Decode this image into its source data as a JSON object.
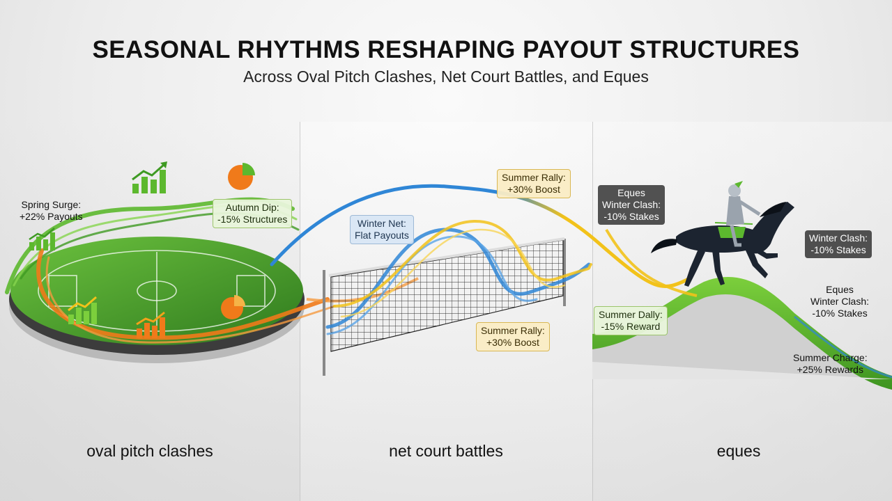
{
  "header": {
    "title": "SEASONAL RHYTHMS RESHAPING PAYOUT STRUCTURES",
    "subtitle": "Across Oval Pitch Clashes, Net Court Battles, and Eques"
  },
  "panels": [
    {
      "caption": "oval pitch clashes",
      "labels": [
        {
          "line1": "Spring Surge:",
          "line2": "+22% Payouts"
        },
        {
          "line1": "Autumn Dip:",
          "line2": "-15% Structures"
        }
      ]
    },
    {
      "caption": "net court battles",
      "labels": [
        {
          "line1": "Winter Net:",
          "line2": "Flat Payouts"
        },
        {
          "line1": "Summer Rally:",
          "line2": "+30% Boost"
        },
        {
          "line1": "Summer Rally:",
          "line2": "+30% Boost"
        }
      ]
    },
    {
      "caption": "eques",
      "labels": [
        {
          "line1": "Eques",
          "line2": "Winter Clash:",
          "line3": "-10% Stakes"
        },
        {
          "line1": "Winter Clash:",
          "line2": "-10% Stakes"
        },
        {
          "line1": "Eques",
          "line2": "Winter Clash:",
          "line3": "-10% Stakes"
        },
        {
          "line1": "Summer Dally:",
          "line2": "-15% Reward"
        },
        {
          "line1": "Summer Charge:",
          "line2": "+25% Rewards"
        }
      ]
    }
  ],
  "colors": {
    "green": "#5cb82e",
    "orange": "#f07a1a",
    "blue": "#2f86d6",
    "yellow": "#f2c21a",
    "pitch": "#3f8f2a"
  },
  "icons": [
    "bar-chart-up-icon",
    "pie-chart-icon",
    "horse-rider-icon",
    "volleyball-net-icon",
    "oval-pitch-icon"
  ]
}
